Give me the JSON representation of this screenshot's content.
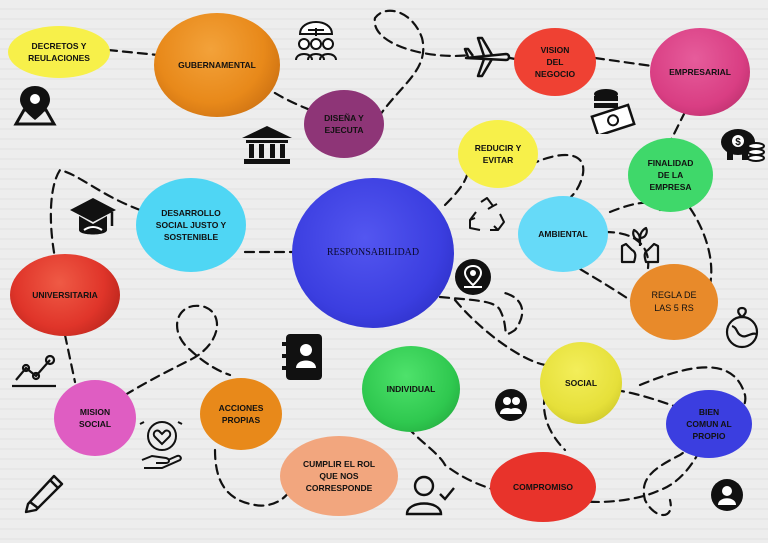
{
  "nodes": {
    "decretos": "DECRETOS Y REULACIONES",
    "gubernamental": "GUBERNAMENTAL",
    "disena": "DISEÑA Y EJECUTA",
    "vision": "VISION DEL NEGOCIO",
    "empresarial": "EMPRESARIAL",
    "reducir": "REDUCIR Y EVITAR",
    "finalidad": "FINALIDAD DE LA EMPRESA",
    "desarrollo": "DESARROLLO SOCIAL JUSTO Y SOSTENIBLE",
    "responsabilidad": "RESPONSABILIDAD",
    "ambiental": "AMBIENTAL",
    "universitaria": "UNIVERSITARIA",
    "regla": "REGLA DE LAS 5 RS",
    "individual": "INDIVIDUAL",
    "social": "SOCIAL",
    "mision": "MISION SOCIAL",
    "acciones": "ACCIONES PROPIAS",
    "bien": "BIEN COMUN AL PROPIO",
    "cumplir": "CUMPLIR EL ROL QUE NOS CORRESPONDE",
    "compromiso": "COMPROMISO"
  },
  "colors": {
    "decretos": "#f7f04a",
    "gubernamental": "#e8891a",
    "disena": "#8e3577",
    "vision": "#ef4133",
    "empresarial": "#d93e83",
    "reducir": "#f7f04a",
    "finalidad": "#3fd86a",
    "desarrollo": "#4fd6f4",
    "responsabilidad": "#3b3ee0",
    "ambiental": "#66daf8",
    "universitaria": "#e0352a",
    "regla": "#e88a2a",
    "individual": "#2fc84f",
    "social": "#e6e03a",
    "mision": "#df5dc2",
    "acciones": "#e8891a",
    "bien": "#3b3ee0",
    "cumplir": "#f2a67e",
    "compromiso": "#e8332b"
  },
  "icons": [
    "group-icon",
    "location-pin-icon",
    "bank-building-icon",
    "airplane-icon",
    "money-stack-icon",
    "piggy-bank-icon",
    "graduation-cap-icon",
    "recycle-icon",
    "hands-plant-icon",
    "location-circle-icon",
    "growth-chart-icon",
    "contacts-book-icon",
    "people-circle-icon",
    "globe-leaf-icon",
    "heart-globe-hand-icon",
    "pencil-icon",
    "user-check-icon",
    "user-circle-icon"
  ]
}
